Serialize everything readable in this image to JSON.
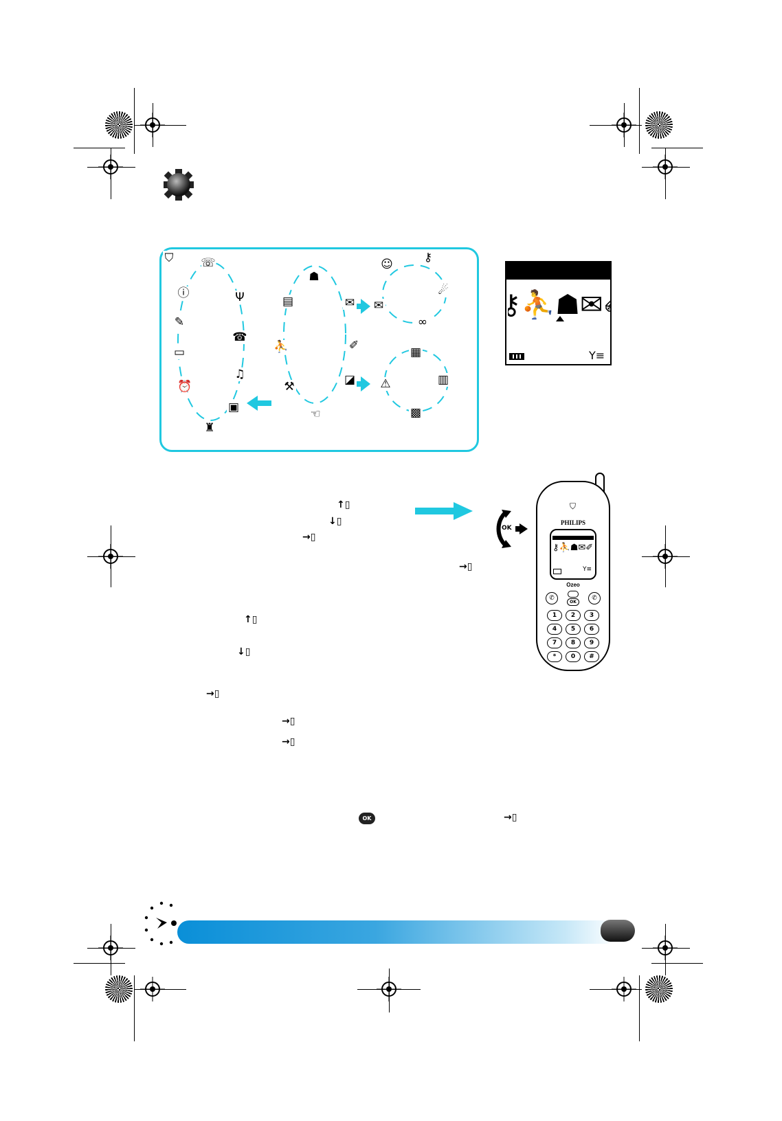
{
  "header": {
    "icon": "gear-icon"
  },
  "menu_panel": {
    "logo_icon": "philips-shield-icon",
    "ring_left": [
      "call-forward-icon",
      "network-icon",
      "call-settings-icon",
      "ringer-icon",
      "display-icon",
      "security-icon",
      "alarm-clock-icon",
      "agenda-icon",
      "note-icon",
      "alert-icon"
    ],
    "ring_center": [
      "phonebook-icon",
      "messages-icon",
      "pen-icon",
      "voicemail-icon",
      "hand-icon",
      "tools-icon",
      "sports-icon",
      "sim-icon"
    ],
    "ring_top_right": [
      "contact-icon",
      "wrench-icon",
      "satellite-icon",
      "voice-icon",
      "envelope-stack-icon"
    ],
    "ring_bottom_right": [
      "notebook-icon",
      "calculator-icon",
      "calendar-icon",
      "warning-icon"
    ],
    "accent": "#20c8e0"
  },
  "lcd": {
    "icons": [
      "wrench-icon",
      "sports-icon",
      "phonebook-icon",
      "messages-icon",
      "pen-icon"
    ],
    "battery_icon": "battery-icon",
    "signal_icon": "signal-icon"
  },
  "phone": {
    "brand": "PHILIPS",
    "model": "Ozeo",
    "ok_label": "OK",
    "keys": [
      "1",
      "2",
      "3",
      "4",
      "5",
      "6",
      "7",
      "8",
      "9",
      "*",
      "0",
      "#"
    ]
  },
  "keys": {
    "up": "↑▯",
    "down": "↓▯",
    "right": "→▯",
    "ok": "OK"
  },
  "footer": {
    "band_color": "#0a8fd8"
  }
}
